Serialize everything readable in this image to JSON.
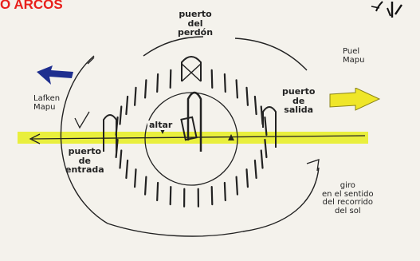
{
  "heading": "O ARCOS",
  "labels": {
    "puerto_perdon": [
      "puerto",
      "del",
      "perdón"
    ],
    "altar": "altar",
    "puerto_salida": [
      "puerto",
      "de",
      "salida"
    ],
    "puerto_entrada": [
      "puerto",
      "de",
      "entrada"
    ],
    "lafken_mapu": [
      "Lafken",
      "Mapu"
    ],
    "puel_mapu": [
      "Puel",
      "Mapu"
    ],
    "giro": [
      "giro",
      "en el sentido",
      "del recorrido",
      "del sol"
    ]
  },
  "icons": {
    "west_arrow": "west-arrow-icon",
    "east_arrow": "east-arrow-icon",
    "sun": "sun-icon"
  },
  "colors": {
    "axis_band": "#e8ee2a",
    "west_arrow": "#1f2f8f",
    "east_arrow": "#efe629",
    "heading": "#e8201c"
  }
}
